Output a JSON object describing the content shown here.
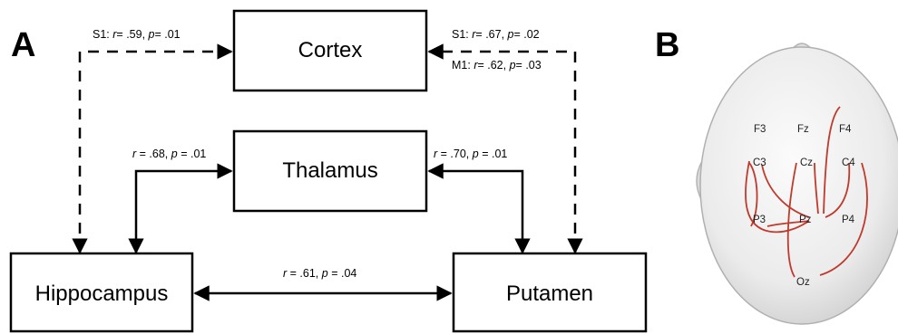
{
  "panels": {
    "a_label": "A",
    "b_label": "B"
  },
  "nodes": {
    "cortex": "Cortex",
    "thalamus": "Thalamus",
    "hippocampus": "Hippocampus",
    "putamen": "Putamen"
  },
  "edges": {
    "hip_cortex": {
      "prefix": "S1: ",
      "r": "= .59, ",
      "p": "= .01"
    },
    "put_cortex_s1": {
      "prefix": "S1: ",
      "r": "= .67, ",
      "p": "= .02"
    },
    "put_cortex_m1": {
      "prefix": "M1: ",
      "r": "= .62, ",
      "p": "= .03"
    },
    "thal_hip": {
      "prefix": "",
      "r": "= .68, ",
      "p": "= .01"
    },
    "thal_put": {
      "prefix": "",
      "r": "= .70, ",
      "p": "= .01"
    },
    "hip_put": {
      "prefix": "",
      "r": "= .61, ",
      "p": "= .04"
    }
  },
  "stat_symbols": {
    "r": "r",
    "p": "p"
  },
  "electrodes": {
    "F3": "F3",
    "Fz": "Fz",
    "F4": "F4",
    "C3": "C3",
    "Cz": "Cz",
    "C4": "C4",
    "P3": "P3",
    "Pz": "Pz",
    "P4": "P4",
    "Oz": "Oz"
  },
  "colors": {
    "connection": "#c0392b",
    "line": "#000000",
    "head": "#e2e2e2"
  }
}
